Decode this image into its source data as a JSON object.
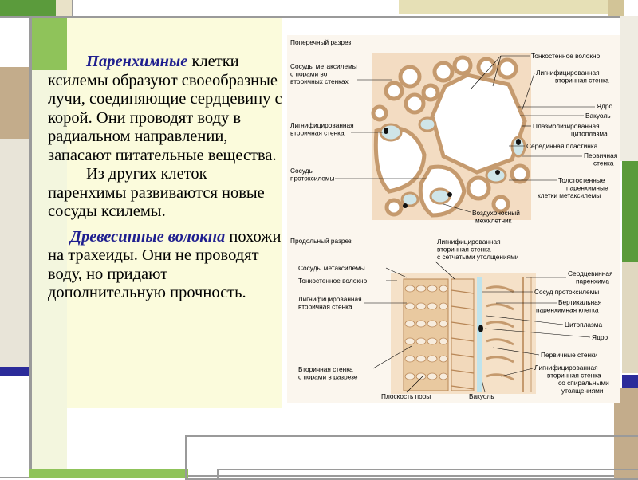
{
  "text": {
    "p1_em": "Паренхимные",
    "p1_rest": " клетки ксилемы образуют своеобразные лучи, соединяющие сердцевину с корой. Они проводят воду в радиальном направлении, запасают питательные вещества.",
    "p2": "Из других клеток паренхимы развиваются новые сосуды ксилемы.",
    "p3_em": "Древесинные волокна",
    "p3_rest": " похожи на трахеиды. Они не проводят воду, но придают дополнительную прочность."
  },
  "figure": {
    "cross": {
      "title": "Поперечный разрез",
      "left": [
        [
          "Сосуды метаксилемы",
          "с порами во",
          "вторичных стенках"
        ],
        [
          "Лигнифицированная",
          "вторичная стенка"
        ],
        [
          "Сосуды",
          "протоксилемы"
        ]
      ],
      "right": [
        [
          "Тонкостенное волокно"
        ],
        [
          "Лигнифицированная",
          "вторичная стенка"
        ],
        [
          "Ядро"
        ],
        [
          "Вакуоль"
        ],
        [
          "Плазмолизированная",
          "цитоплазма"
        ],
        [
          "Серединная пластинка"
        ],
        [
          "Первичная",
          "стенка"
        ],
        [
          "Толстостенные",
          "паренхимные",
          "клетки метаксилемы"
        ],
        [
          "Воздухоносный",
          "межклетник"
        ]
      ]
    },
    "longi": {
      "title": "Продольный разрез",
      "top": [
        "Лигнифицированная",
        "вторичная стенка",
        "с сетчатыми утолщениями"
      ],
      "left": [
        [
          "Сосуды метаксилемы"
        ],
        [
          "Тонкостенное волокно"
        ],
        [
          "Лигнифицированная",
          "вторичная стенка"
        ],
        [
          "Вторичная стенка",
          "с порами в разрезе"
        ]
      ],
      "bottom": [
        "Плоскость поры",
        "Вакуоль"
      ],
      "right": [
        [
          "Сердцевинная",
          "паренхима"
        ],
        [
          "Сосуд протоксилемы"
        ],
        [
          "Вертикальная",
          "паренхимная клетка"
        ],
        [
          "Цитоплазма"
        ],
        [
          "Ядро"
        ],
        [
          "Первичные стенки"
        ],
        [
          "Лигнифицированная",
          "вторичная стенка",
          "со спиральными",
          "утолщениями"
        ]
      ]
    }
  }
}
